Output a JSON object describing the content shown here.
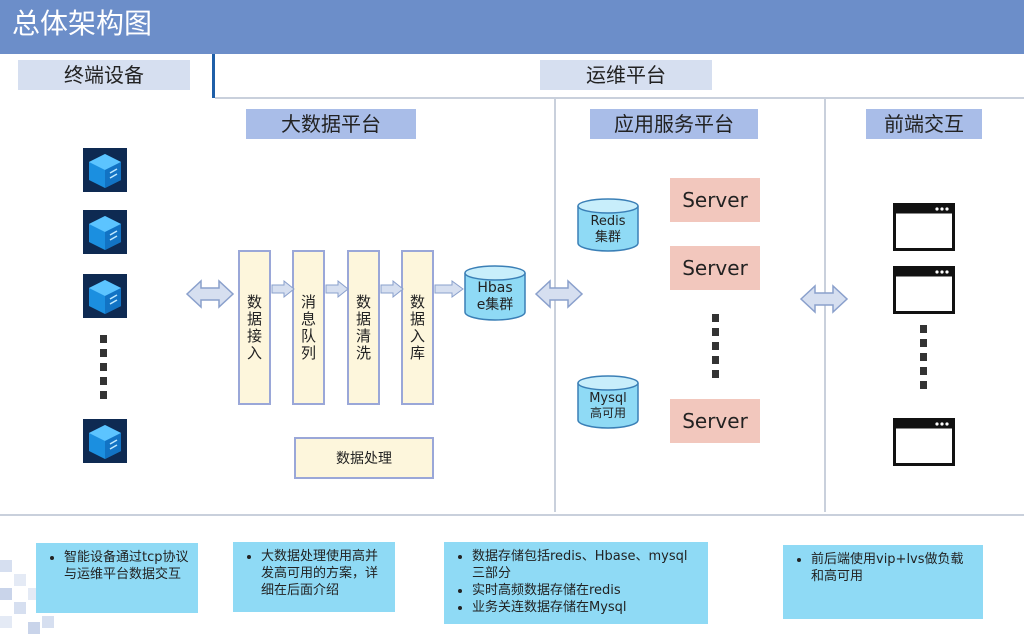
{
  "header": {
    "title": "总体架构图"
  },
  "sections": {
    "terminal": "终端设备",
    "ops": "运维平台",
    "bigdata": "大数据平台",
    "appservice": "应用服务平台",
    "frontend": "前端交互"
  },
  "pipeline": {
    "steps": [
      "数据接入",
      "消息队列",
      "数据清洗",
      "数据入库"
    ],
    "processing": "数据处理",
    "hbase": [
      "Hbas",
      "e集群"
    ]
  },
  "storage": {
    "redis": [
      "Redis",
      "集群"
    ],
    "mysql": [
      "Mysql",
      "高可用"
    ]
  },
  "servers": [
    "Server",
    "Server",
    "Server"
  ],
  "notes": {
    "terminal": [
      "智能设备通过tcp协议与运维平台数据交互"
    ],
    "bigdata": [
      "大数据处理使用高并发高可用的方案，详细在后面介绍"
    ],
    "appservice": [
      "数据存储包括redis、Hbase、mysql三部分",
      "实时高频数据存储在redis",
      "业务关连数据存储在Mysql"
    ],
    "frontend": [
      "前后端使用vip+lvs做负载和高可用"
    ]
  },
  "colors": {
    "header": "#6c8ec9",
    "section_label": "#d6dff0",
    "sub_label": "#a9bde8",
    "step_fill": "#fdf6dc",
    "server_fill": "#f2c7bd",
    "note_fill": "#8fdaf5",
    "cylinder_fill": "#8fdaf5",
    "divider": "#1f5fa8"
  },
  "icons": {
    "device": "server-device-icon",
    "browser": "browser-window-icon",
    "arrow": "double-arrow-icon",
    "ellipsis": "vertical-ellipsis-icon"
  }
}
